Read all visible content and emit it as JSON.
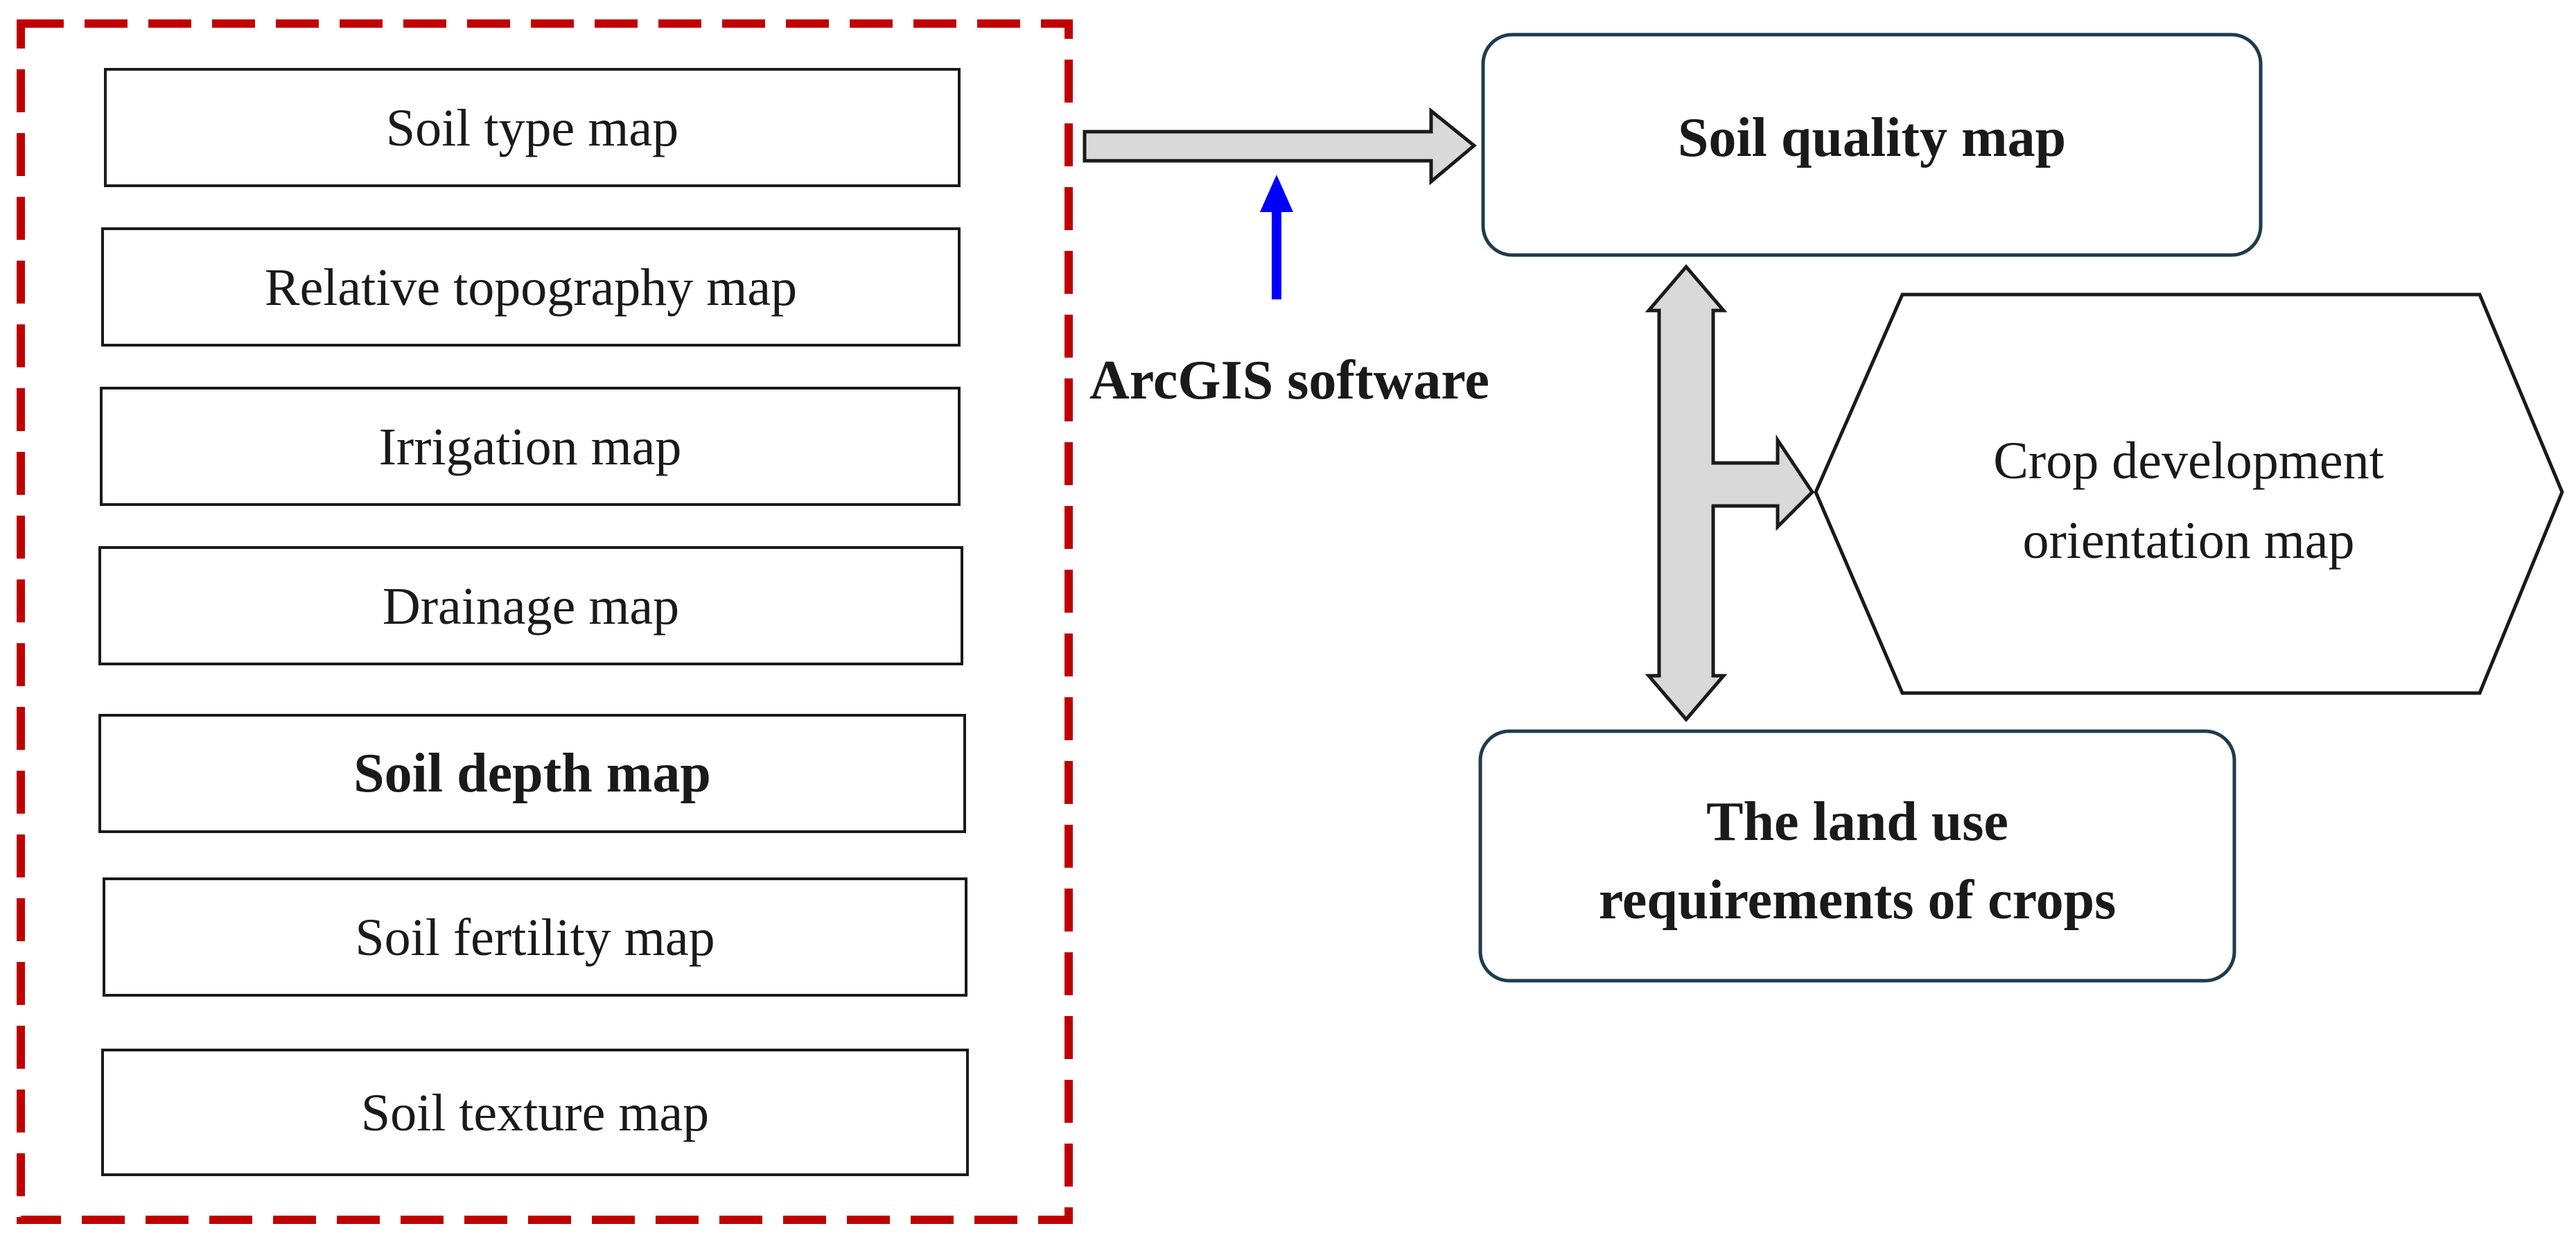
{
  "input_maps": [
    {
      "label": "Soil type map",
      "bold": false
    },
    {
      "label": "Relative topography map",
      "bold": false
    },
    {
      "label": "Irrigation map",
      "bold": false
    },
    {
      "label": "Drainage map",
      "bold": false
    },
    {
      "label": "Soil depth map",
      "bold": true
    },
    {
      "label": "Soil fertility map",
      "bold": false
    },
    {
      "label": "Soil texture map",
      "bold": false
    }
  ],
  "tool_label": "ArcGIS software",
  "soil_quality": {
    "label": "Soil quality map"
  },
  "crop_orientation": {
    "line1": "Crop development",
    "line2": "orientation map"
  },
  "land_use": {
    "line1": "The land use",
    "line2": "requirements of crops"
  },
  "colors": {
    "dashed_border": "#c00000",
    "tool_arrow": "#0000ff",
    "block_arrow_fill": "#d9d9d9",
    "rounded_box_stroke": "#1f3b4d",
    "box_stroke": "#1a1a1a"
  }
}
